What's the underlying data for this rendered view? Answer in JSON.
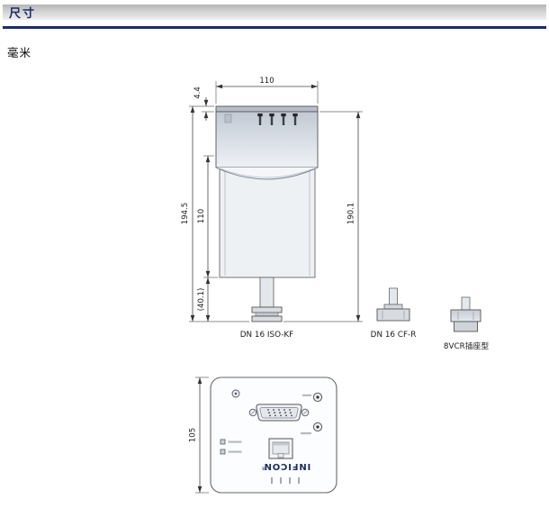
{
  "header": {
    "title": "尺寸"
  },
  "unit_label": "毫米",
  "front_view": {
    "dims": {
      "top_width": "110",
      "pin_height": "4.4",
      "total_height": "194.5",
      "body_height": "110",
      "housing_to_flange_height": "190.1",
      "stem_height": "(40.1)"
    },
    "flange_labels": {
      "iso_kf": "DN 16 ISO-KF",
      "cf_r": "DN 16 CF-R",
      "vcr": "8VCR插座型"
    }
  },
  "bottom_view": {
    "dims": {
      "panel_height": "105"
    },
    "logo": "INFICON",
    "logo_mark": "®"
  }
}
